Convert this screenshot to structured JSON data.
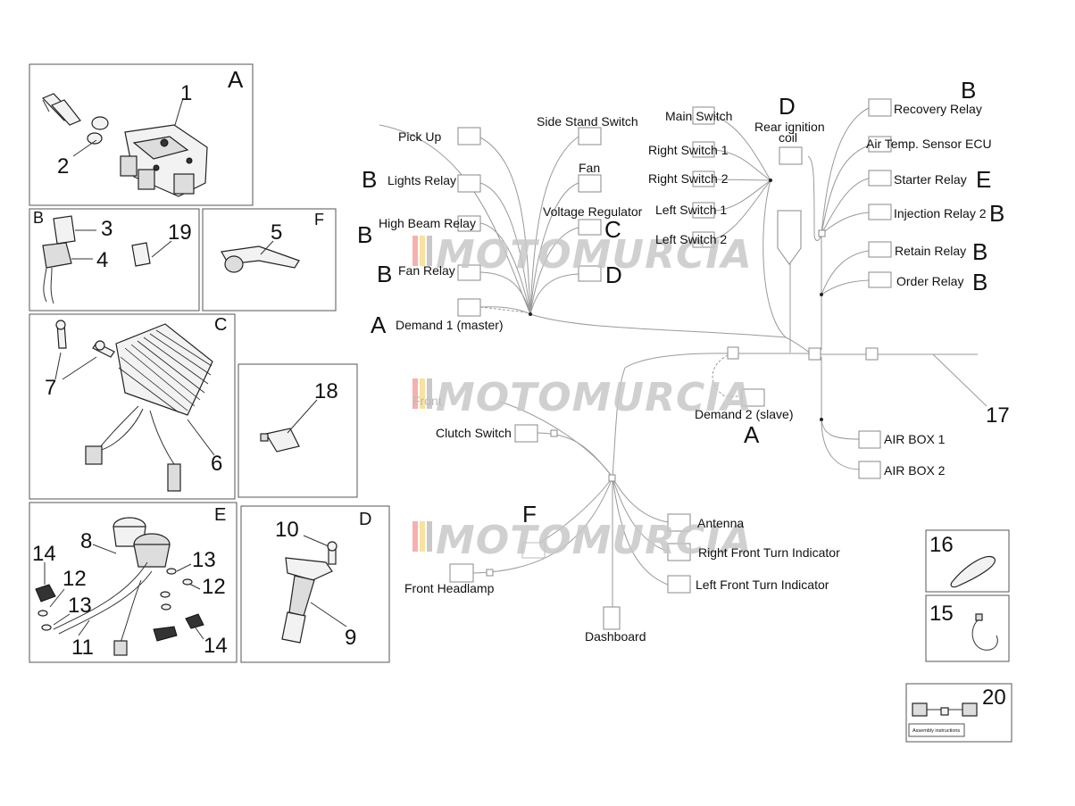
{
  "left_panels": {
    "A": {
      "letter": "A",
      "nums": [
        "1",
        "2"
      ]
    },
    "B": {
      "letter": "B",
      "nums": [
        "3",
        "4",
        "19"
      ]
    },
    "F": {
      "letter": "F",
      "nums": [
        "5"
      ]
    },
    "C": {
      "letter": "C",
      "nums": [
        "7",
        "6"
      ]
    },
    "p18": {
      "nums": [
        "18"
      ]
    },
    "E": {
      "letter": "E",
      "nums": [
        "8",
        "14",
        "12",
        "13",
        "11",
        "13",
        "12",
        "14"
      ]
    },
    "D": {
      "letter": "D",
      "nums": [
        "10",
        "9"
      ]
    }
  },
  "right_panels": {
    "p16": "16",
    "p15": "15",
    "p20": "20",
    "assembly_label": "Assembly instructions"
  },
  "harness": {
    "upper_left": [
      {
        "label": "Pick Up",
        "letter": ""
      },
      {
        "label": "Side Stand Switch",
        "letter": ""
      },
      {
        "label": "Lights Relay",
        "letter": "B"
      },
      {
        "label": "Fan",
        "letter": ""
      },
      {
        "label": "Voltage Regulator",
        "letter": "C"
      },
      {
        "label": "High Beam Relay",
        "letter": "B"
      },
      {
        "label": "Fan Relay",
        "letter": "B"
      },
      {
        "label": "Demand 1 (master)",
        "letter": "A"
      }
    ],
    "d_letter_mid": "D",
    "switches": [
      "Main Switch",
      "Right Switch 1",
      "Right Switch 2",
      "Left Switch 1",
      "Left Switch 2"
    ],
    "rear_ignition": {
      "label_line1": "Rear ignition",
      "label_line2": "coil",
      "letter": "D"
    },
    "relays_right": [
      {
        "label": "Recovery Relay",
        "letter": "B"
      },
      {
        "label": "Air Temp. Sensor ECU",
        "letter": ""
      },
      {
        "label": "Starter Relay",
        "letter": "E"
      },
      {
        "label": "Injection Relay 2",
        "letter": "B"
      },
      {
        "label": "Retain Relay",
        "letter": "B"
      },
      {
        "label": "Order Relay",
        "letter": "B"
      }
    ],
    "demand2": {
      "label": "Demand 2 (slave)",
      "letter": "A"
    },
    "airbox": [
      "AIR BOX 1",
      "AIR BOX 2"
    ],
    "main_num": "17",
    "front": {
      "clutch": "Clutch Switch",
      "front_partial": "Front",
      "f_letter": "F",
      "antenna": "Antenna",
      "right_turn": "Right Front Turn Indicator",
      "left_turn": "Left Front Turn Indicator",
      "headlamp": "Front Headlamp",
      "dashboard": "Dashboard"
    }
  },
  "watermark": "MOTOMURCIA"
}
